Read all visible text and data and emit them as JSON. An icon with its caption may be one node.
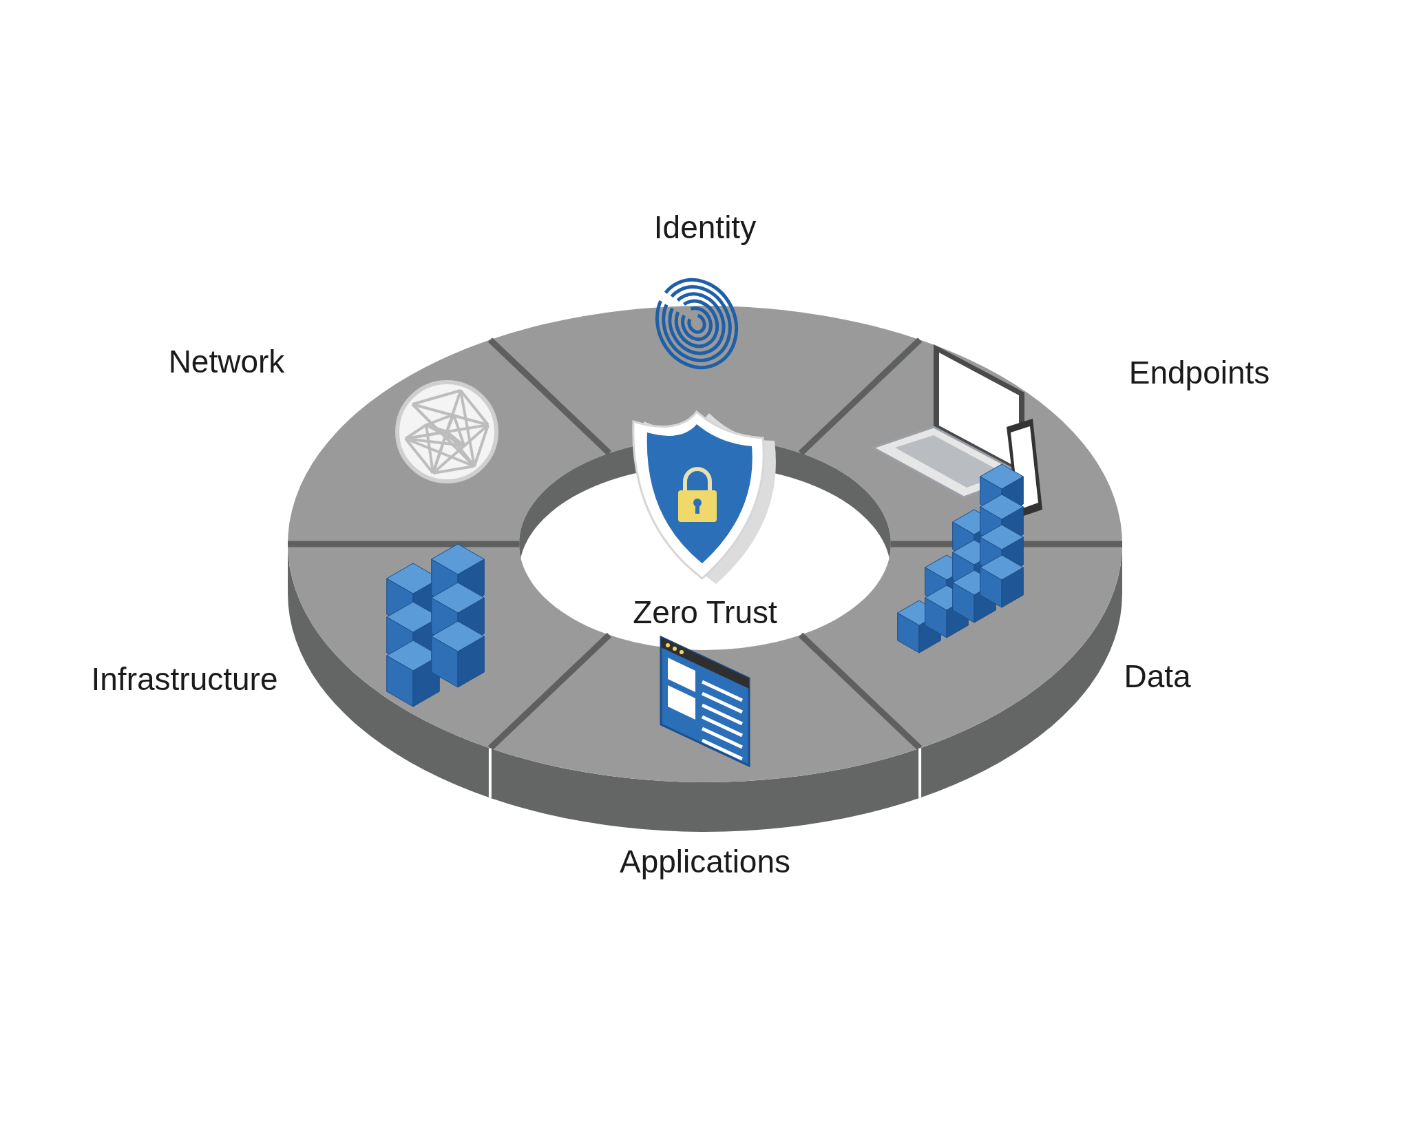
{
  "diagram": {
    "labels": [
      "Identity",
      "Network",
      "Endpoints",
      "Zero Trust",
      "Infrastructure",
      "Data",
      "Applications"
    ]
  }
}
